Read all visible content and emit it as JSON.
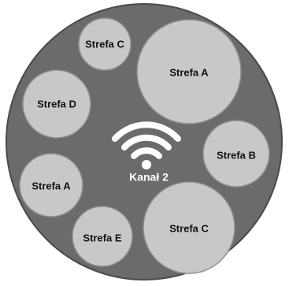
{
  "diagram": {
    "channel_label": "Kanał 2",
    "colors": {
      "disc": "#6b6b6b",
      "disc_border": "#4a4a4a",
      "zone": "#c8c8c8",
      "zone_border": "#8f8f8f",
      "wifi": "#ffffff"
    },
    "icon": "wifi-icon",
    "zones": [
      {
        "label": "Strefa C"
      },
      {
        "label": "Strefa A"
      },
      {
        "label": "Strefa D"
      },
      {
        "label": "Strefa B"
      },
      {
        "label": "Strefa A"
      },
      {
        "label": "Strefa C"
      },
      {
        "label": "Strefa E"
      }
    ]
  }
}
